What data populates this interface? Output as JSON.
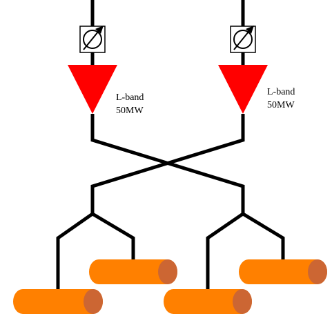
{
  "klystrons": [
    {
      "band": "L-band",
      "power": "50MW"
    },
    {
      "band": "L-band",
      "power": "50MW"
    }
  ],
  "colors": {
    "amplifier": "#ff0000",
    "line": "#000000",
    "cavity_body": "#ff8000",
    "cavity_end": "#cc6633"
  },
  "icons": {
    "phase_shifter": "variable-phase-shifter-icon",
    "amplifier": "triangle-amplifier-icon",
    "cavity": "cylindrical-cavity-icon"
  }
}
